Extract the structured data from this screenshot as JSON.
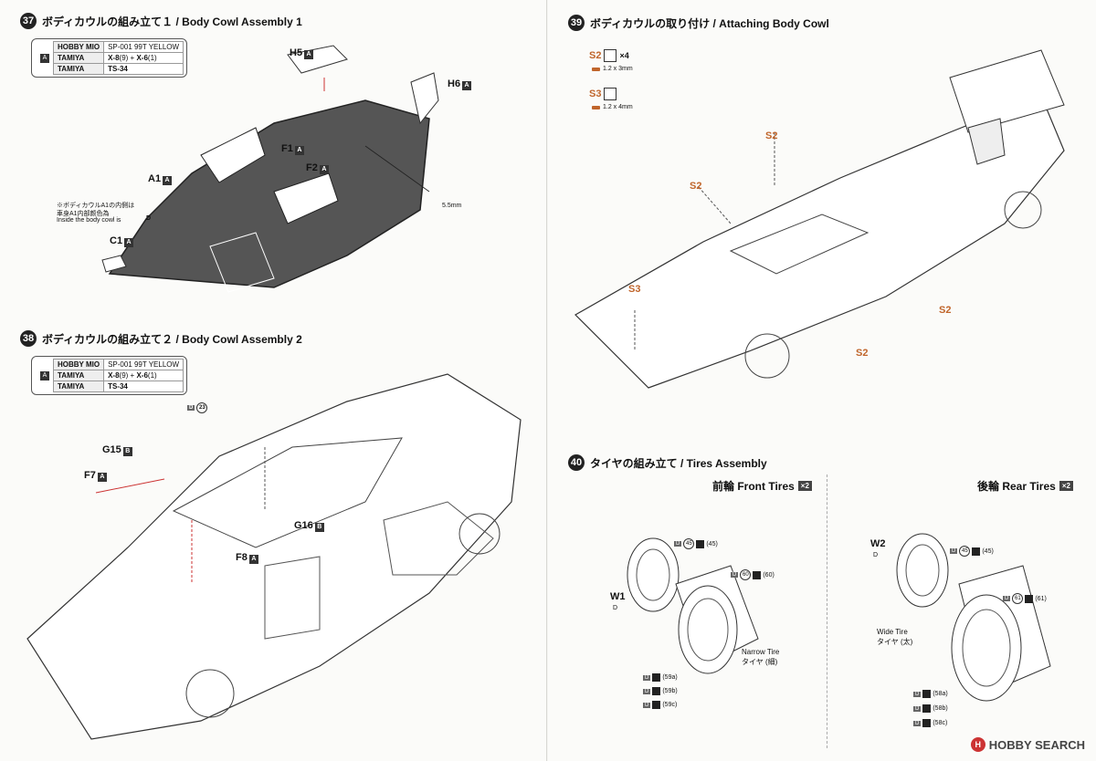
{
  "step37": {
    "num": "37",
    "title": "ボディカウルの組み立て１ / Body Cowl Assembly 1"
  },
  "step38": {
    "num": "38",
    "title": "ボディカウルの組み立て２ / Body Cowl Assembly 2"
  },
  "step39": {
    "num": "39",
    "title": "ボディカウルの取り付け / Attaching Body Cowl"
  },
  "step40": {
    "num": "40",
    "title": "タイヤの組み立て / Tires Assembly"
  },
  "paint": {
    "brand1": "HOBBY MIO",
    "code1": "SP-001 99T YELLOW",
    "brand2": "TAMIYA",
    "code2": "X-8",
    "code2b": "(9)",
    "plus": "+",
    "code2c": "X-6",
    "code2d": "(1)",
    "brand3": "TAMIYA",
    "code3": "TS-34",
    "markA": "A"
  },
  "parts37": {
    "h5": "H5",
    "h6": "H6",
    "f1": "F1",
    "f2": "F2",
    "a1": "A1",
    "c1": "C1",
    "tag": "A",
    "note1": "※ボディカウルA1の内側は",
    "note2": "車身A1内部颜色為",
    "note3": "Inside the body cowl is",
    "noteD": "D",
    "d": "D",
    "size": "5.5mm"
  },
  "parts38": {
    "d23": "D",
    "d23n": "23",
    "g15": "G15",
    "g15t": "B",
    "f7": "F7",
    "f7t": "A",
    "g16": "G16",
    "g16t": "B",
    "f8": "F8",
    "f8t": "A"
  },
  "step39data": {
    "s2": "S2",
    "s3": "S3",
    "mult": "×4",
    "s2spec": "1.2 x 3mm",
    "s3spec": "1.2 x 4mm"
  },
  "tires": {
    "front": "前輪 Front Tires",
    "rear": "後輪 Rear Tires",
    "count": "×2",
    "d45": "45",
    "d45p": "(45)",
    "d60": "60",
    "d60p": "(60)",
    "d61": "61",
    "d61p": "(61)",
    "w1": "W1",
    "w2": "W2",
    "wd": "D",
    "narrow": "Narrow Tire",
    "narrowjp": "タイヤ (細)",
    "wide": "Wide Tire",
    "widejp": "タイヤ (太)",
    "f59a": "(59a)",
    "f59b": "(59b)",
    "f59c": "(59c)",
    "r58a": "(58a)",
    "r58b": "(58b)",
    "r58c": "(58c)",
    "dl": "D"
  },
  "watermark": "HOBBY SEARCH"
}
